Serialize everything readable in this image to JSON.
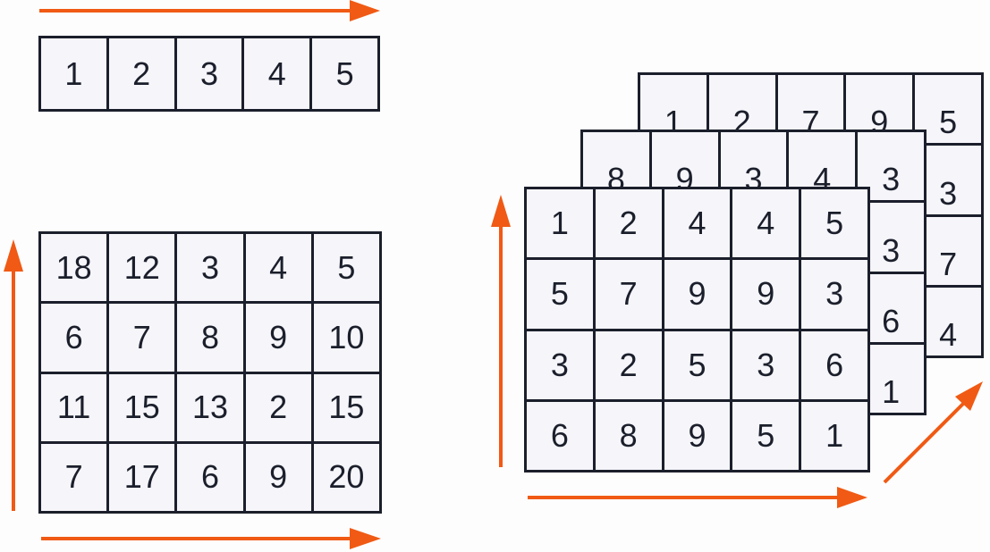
{
  "arrow_color": "#f05a14",
  "grid_1d": [
    [
      "1",
      "2",
      "3",
      "4",
      "5"
    ]
  ],
  "grid_2d": [
    [
      "18",
      "12",
      "3",
      "4",
      "5"
    ],
    [
      "6",
      "7",
      "8",
      "9",
      "10"
    ],
    [
      "11",
      "15",
      "13",
      "2",
      "15"
    ],
    [
      "7",
      "17",
      "6",
      "9",
      "20"
    ]
  ],
  "grid_3d_back": [
    [
      "1",
      "2",
      "7",
      "9",
      "5"
    ],
    [
      "",
      "",
      "",
      "",
      "3"
    ],
    [
      "",
      "",
      "",
      "",
      "7"
    ],
    [
      "",
      "",
      "",
      "",
      "4"
    ]
  ],
  "grid_3d_middle": [
    [
      "8",
      "9",
      "3",
      "4",
      "3"
    ],
    [
      "",
      "",
      "",
      "",
      "3"
    ],
    [
      "",
      "",
      "",
      "",
      "6"
    ],
    [
      "",
      "",
      "",
      "",
      "1"
    ]
  ],
  "grid_3d_front": [
    [
      "1",
      "2",
      "4",
      "4",
      "5"
    ],
    [
      "5",
      "7",
      "9",
      "9",
      "3"
    ],
    [
      "3",
      "2",
      "5",
      "3",
      "6"
    ],
    [
      "6",
      "8",
      "9",
      "5",
      "1"
    ]
  ]
}
